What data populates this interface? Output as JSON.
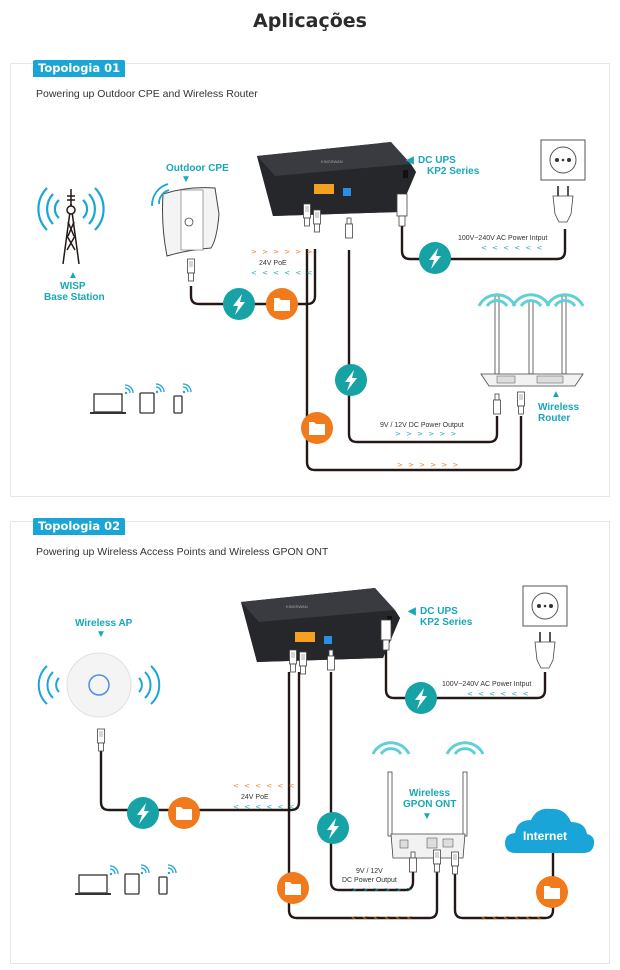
{
  "page": {
    "title": "Aplicações"
  },
  "colors": {
    "accent_blue": "#1aa5d8",
    "teal": "#17a7b8",
    "power_badge": "#17a3a6",
    "data_badge": "#f07a1c",
    "cable": "#231815",
    "ups_body": "#2e2f33",
    "port_orange": "#f5a020",
    "port_blue": "#2d8de0"
  },
  "topologies": [
    {
      "badge": "Topologia 01",
      "subtitle": "Powering up Outdoor CPE and Wireless Router",
      "labels": {
        "ups_line1": "DC UPS",
        "ups_line2": "KP2 Series",
        "cpe": "Outdoor CPE",
        "wisp_line1": "WISP",
        "wisp_line2": "Base Station",
        "router_line1": "Wireless",
        "router_line2": "Router",
        "poe": "24V PoE",
        "ac_input": "100V~240V AC Power Intput",
        "dc_output": "9V / 12V DC Power Output",
        "arrows_right": "> > > > > >",
        "arrows_left": "< < < < < <"
      },
      "icons": [
        "cell-tower-icon",
        "outdoor-cpe-icon",
        "ups-device-icon",
        "wall-socket-icon",
        "power-plug-icon",
        "wireless-router-icon",
        "laptop-icon",
        "tablet-icon",
        "phone-icon",
        "power-bolt-icon",
        "data-folder-icon",
        "wifi-icon"
      ]
    },
    {
      "badge": "Topologia 02",
      "subtitle": "Powering up Wireless  Access Points and Wireless GPON ONT",
      "labels": {
        "ups_line1": "DC UPS",
        "ups_line2": "KP2 Series",
        "ap": "Wireless AP",
        "ont_line1": "Wireless",
        "ont_line2": "GPON ONT",
        "internet": "Internet",
        "poe": "24V PoE",
        "ac_input": "100V~240V AC Power Intput",
        "dc_output_line1": "9V / 12V",
        "dc_output_line2": "DC Power Output",
        "arrows_right": "> > > > > >",
        "arrows_left": "< < < < < <"
      },
      "icons": [
        "access-point-icon",
        "ups-device-icon",
        "wall-socket-icon",
        "power-plug-icon",
        "gpon-ont-icon",
        "cloud-icon",
        "laptop-icon",
        "tablet-icon",
        "phone-icon",
        "power-bolt-icon",
        "data-folder-icon",
        "wifi-icon"
      ]
    }
  ]
}
